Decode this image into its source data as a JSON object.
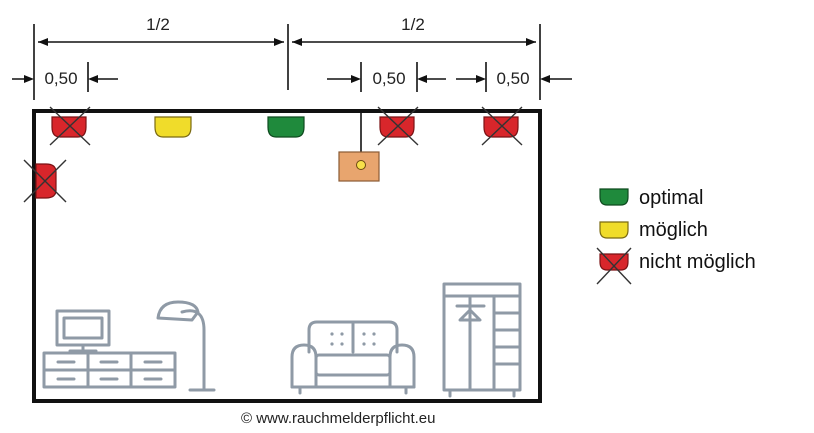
{
  "dimensions": {
    "half_left": "1/2",
    "half_right": "1/2",
    "gap_left_wall": "0,50",
    "gap_lamp": "0,50",
    "gap_right_wall": "0,50"
  },
  "legend": {
    "items": [
      {
        "label": "optimal",
        "color": "#1f8a3c"
      },
      {
        "label": "möglich",
        "color": "#f0dc2a"
      },
      {
        "label": "nicht möglich",
        "color": "#d8262b"
      }
    ]
  },
  "credit": "© www.rauchmelderpflicht.eu",
  "colors": {
    "wall": "#111111",
    "optimal": "#1f8a3c",
    "possible": "#f0dc2a",
    "not_possible": "#d8262b",
    "lamp_box": "#e8a56e",
    "furniture_stroke": "#8f9aa6"
  }
}
